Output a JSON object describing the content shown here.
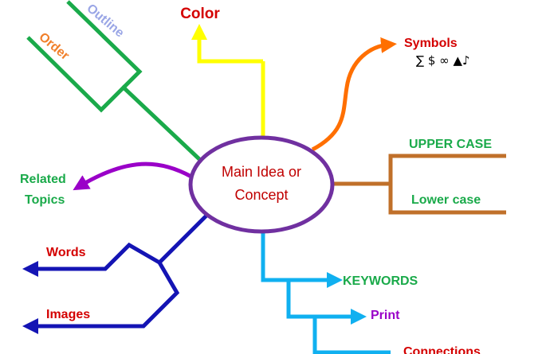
{
  "center": {
    "line1": "Main Idea or",
    "line2": "Concept"
  },
  "branches": {
    "outline": "Outline",
    "order": "Order",
    "color": "Color",
    "symbols": "Symbols",
    "symbol_glyphs": "∑ $ ∞ ▲♪",
    "upper_case": "UPPER CASE",
    "lower_case": "Lower case",
    "related_topics_1": "Related",
    "related_topics_2": "Topics",
    "words": "Words",
    "images": "Images",
    "keywords": "KEYWORDS",
    "print": "Print",
    "connections": "Connections"
  },
  "colors": {
    "center_text": "#c00000",
    "ellipse_stroke": "#7030a0",
    "green": "#1aaa4a",
    "yellow": "#ffff00",
    "orange": "#ff6f00",
    "brown": "#c0702a",
    "purple": "#9a00c8",
    "blue": "#1414b4",
    "cyan": "#10b0f0",
    "red": "#d40000",
    "outline_text": "#9aa6e6",
    "order_text": "#f07f2a"
  }
}
